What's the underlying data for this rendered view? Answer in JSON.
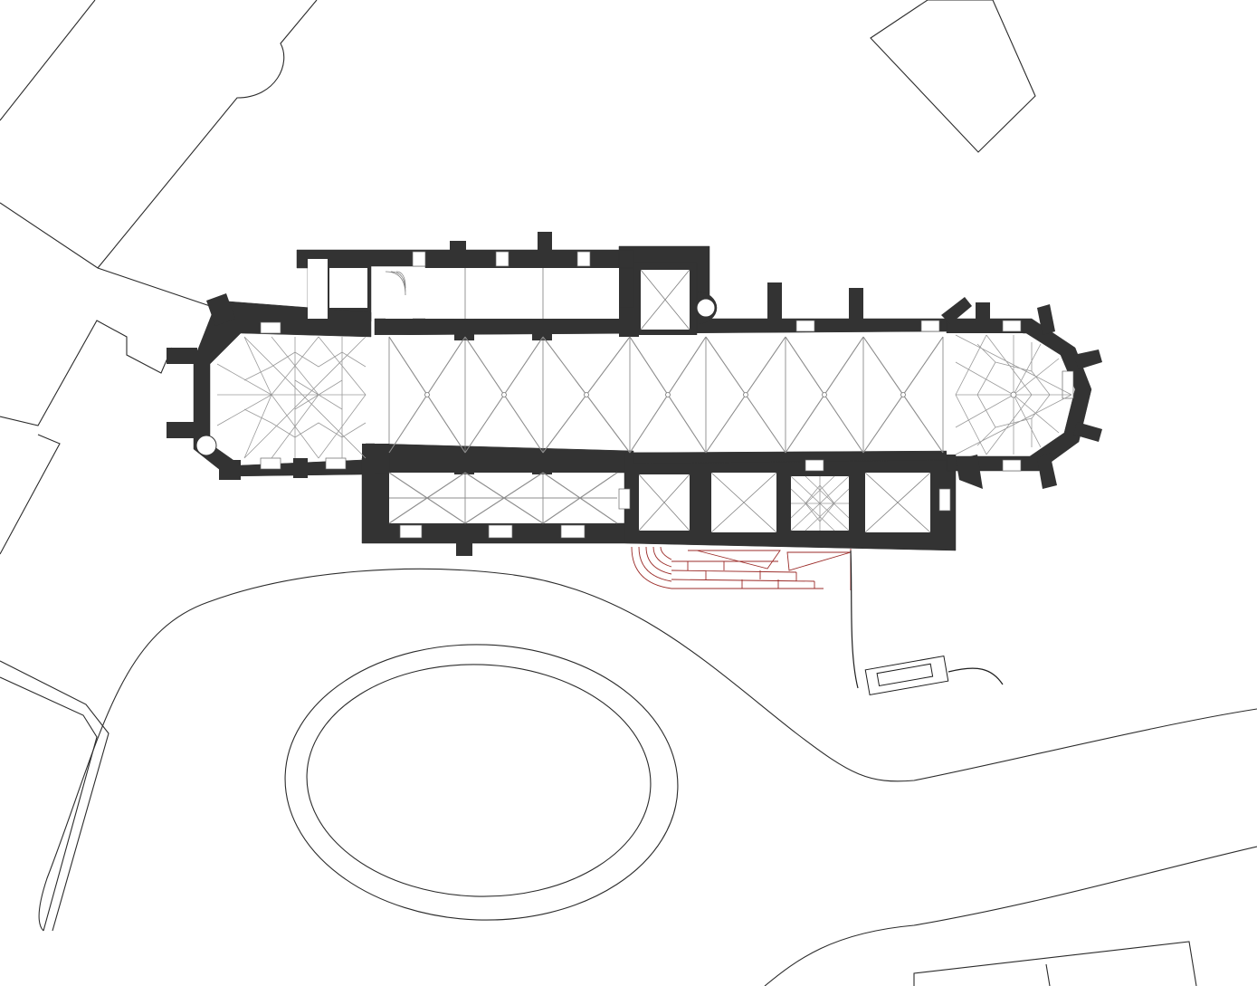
{
  "drawing": {
    "kind": "architectural-floor-plan",
    "subject": "church-with-vaulted-nave-aisle-chancel-and-chapels",
    "colors": {
      "background": "#ffffff",
      "wall": "#333333",
      "vault_rib": "#8c8c8c",
      "context_line": "#2b2b2b",
      "foundation_remains": "#9b2b28"
    },
    "nave_bays": 7,
    "aisle_bays": 3,
    "south_chapels": 4
  }
}
